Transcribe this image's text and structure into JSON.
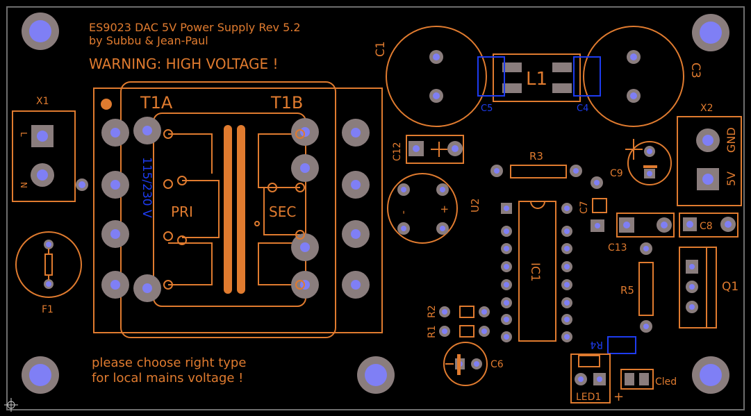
{
  "board": {
    "title_line1": "ES9023 DAC 5V Power Supply Rev 5.2",
    "title_line2": "by Subbu & Jean-Paul",
    "warning": "WARNING: HIGH VOLTAGE !",
    "note_line1": "please choose right type",
    "note_line2": "for local mains voltage !"
  },
  "labels": {
    "x1": "X1",
    "x1_l": "L",
    "x1_n": "N",
    "f1": "F1",
    "t1a": "T1A",
    "t1b": "T1B",
    "pri": "PRI",
    "sec": "SEC",
    "t1_voltage": "115/230 V",
    "c1": "C1",
    "c3": "C3",
    "l1": "L1",
    "c5": "C5",
    "c4": "C4",
    "c12": "C12",
    "r3": "R3",
    "c9": "C9",
    "x2": "X2",
    "x2_gnd": "GND",
    "x2_5v": "5V",
    "u2": "U2",
    "u2_minus": "-",
    "u2_plus": "+",
    "c7": "C7",
    "ic1": "IC1",
    "c13": "C13",
    "c8": "C8",
    "r5": "R5",
    "q1": "Q1",
    "r1": "R1",
    "r2": "R2",
    "c6": "C6",
    "r4": "R4",
    "led1": "LED1",
    "cled": "Cled",
    "led_plus": "+"
  },
  "colors": {
    "silkscreen": "#e07b2f",
    "pad": "#8a7d7d",
    "drill": "#7f7ff5",
    "copper_top": "#e07b2f",
    "blue_outline": "#1e3cf0",
    "background": "#000000"
  }
}
